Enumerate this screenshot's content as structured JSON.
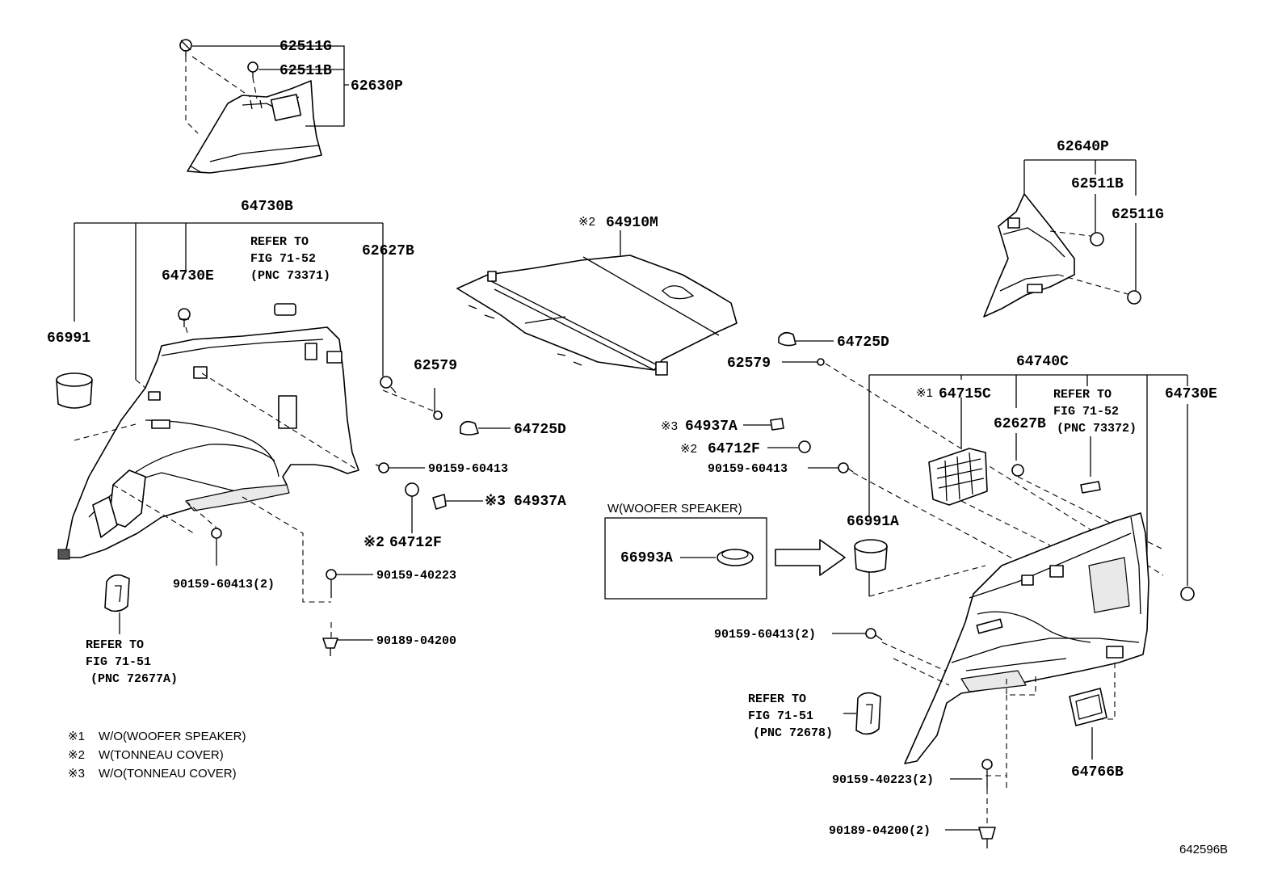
{
  "diagram_id": "642596B",
  "labels": {
    "l_62511G_top": "62511G",
    "l_62511B_top": "62511B",
    "l_62630P": "62630P",
    "l_64730B": "64730B",
    "l_refer_7352_l1": "REFER TO",
    "l_refer_7352_l2": "FIG 71-52",
    "l_refer_7352_l3": "(PNC 73371)",
    "l_62627B_left": "62627B",
    "l_64730E_left": "64730E",
    "l_66991": "66991",
    "l_62579_left": "62579",
    "l_64725D_left": "64725D",
    "l_90159_60413_a": "90159-60413",
    "l_64937A_left": "64937A",
    "l_64937A_left_mark": "※3",
    "l_64712F_left": "64712F",
    "l_64712F_left_mark": "※2",
    "l_90159_60413_2_left": "90159-60413(2)",
    "l_90159_40223": "90159-40223",
    "l_90189_04200": "90189-04200",
    "l_refer_7151_l1": "REFER TO",
    "l_refer_7151_l2": "FIG 71-51",
    "l_refer_7151_l3": "(PNC 72677A)",
    "l_64910M_mark": "※2",
    "l_64910M": "64910M",
    "l_62640P": "62640P",
    "l_62511B_right": "62511B",
    "l_62511G_right": "62511G",
    "l_64725D_right": "64725D",
    "l_62579_right": "62579",
    "l_64740C": "64740C",
    "l_64715C_mark": "※1",
    "l_64715C": "64715C",
    "l_refer_7352r_l1": "REFER TO",
    "l_refer_7352r_l2": "FIG 71-52",
    "l_refer_7352r_l3": "(PNC 73372)",
    "l_64730E_right": "64730E",
    "l_62627B_right": "62627B",
    "l_64937A_mid_mark": "※3",
    "l_64937A_mid": "64937A",
    "l_64712F_mid_mark": "※2",
    "l_64712F_mid": "64712F",
    "l_90159_60413_b": "90159-60413",
    "l_woofer_box": "W(WOOFER SPEAKER)",
    "l_66993A": "66993A",
    "l_66991A": "66991A",
    "l_90159_60413_2_right": "90159-60413(2)",
    "l_refer_7151r_l1": "REFER TO",
    "l_refer_7151r_l2": "FIG 71-51",
    "l_refer_7151r_l3": "(PNC 72678)",
    "l_90159_40223_2": "90159-40223(2)",
    "l_90189_04200_2": "90189-04200(2)",
    "l_64766B": "64766B"
  },
  "legend": [
    {
      "mark": "※1",
      "text": "W/O(WOOFER SPEAKER)"
    },
    {
      "mark": "※2",
      "text": "W(TONNEAU COVER)"
    },
    {
      "mark": "※3",
      "text": "W/O(TONNEAU COVER)"
    }
  ]
}
